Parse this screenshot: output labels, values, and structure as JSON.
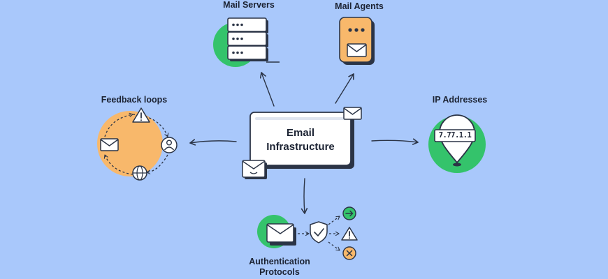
{
  "center": {
    "line1": "Email",
    "line2": "Infrastructure"
  },
  "nodes": {
    "mail_servers": "Mail Servers",
    "mail_agents": "Mail Agents",
    "feedback_loops": "Feedback loops",
    "ip_addresses": "IP Addresses",
    "auth_line1": "Authentication",
    "auth_line2": "Protocols"
  },
  "ip_value": "7.77.1.1",
  "icons": [
    "mail-server-stack-icon",
    "mail-agent-device-icon",
    "feedback-cycle-icon",
    "warning-icon",
    "user-icon",
    "globe-icon",
    "envelope-icon",
    "location-pin-icon",
    "shield-check-icon",
    "arrow-right-icon",
    "x-icon"
  ],
  "colors": {
    "background": "#a9c8fb",
    "green": "#34c36b",
    "orange": "#f8b86b",
    "ink": "#1c2333",
    "card": "#ffffff"
  }
}
